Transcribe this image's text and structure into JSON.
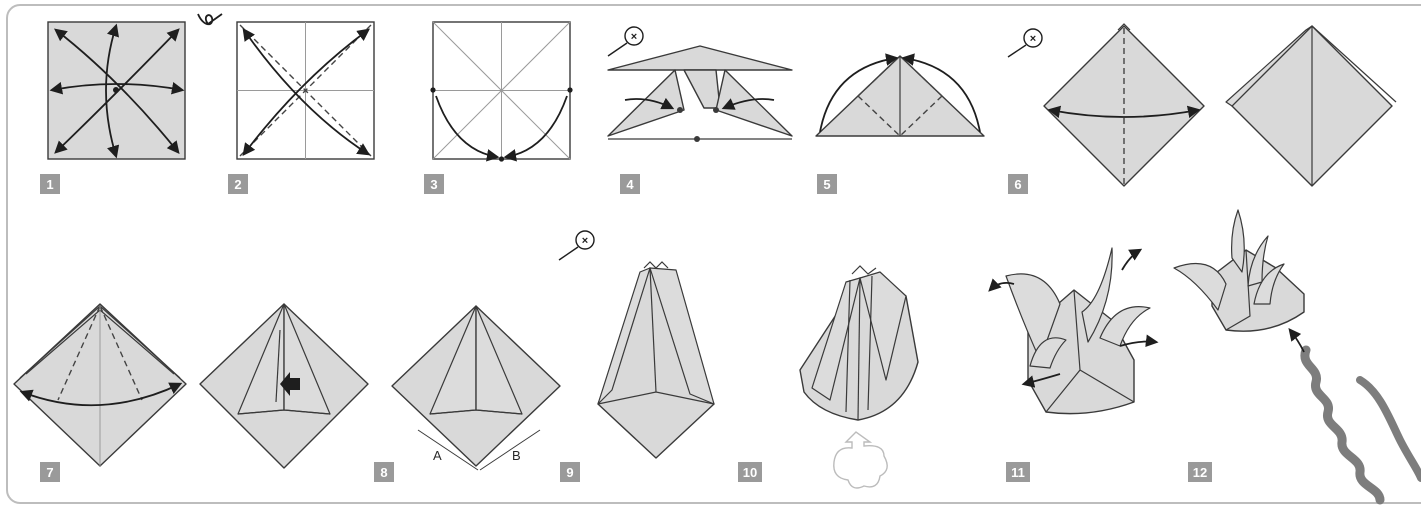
{
  "steps": [
    {
      "label": "1"
    },
    {
      "label": "2"
    },
    {
      "label": "3"
    },
    {
      "label": "4"
    },
    {
      "label": "5"
    },
    {
      "label": "6"
    },
    {
      "label": "7"
    },
    {
      "label": "8"
    },
    {
      "label": "9"
    },
    {
      "label": "10"
    },
    {
      "label": "11"
    },
    {
      "label": "12"
    }
  ],
  "step8_labels": {
    "a": "A",
    "b": "B"
  },
  "colors": {
    "paper": "#d9d9d9",
    "badge": "#9a9a9a",
    "line": "#3a3a3a",
    "stem": "#8c8c8c",
    "frame": "#bdbdbd"
  },
  "icons": [
    "turn-over-icon",
    "repeat-behind-icon",
    "push-arrow-icon",
    "view-from-bottom-icon",
    "stem-spiral-icon"
  ]
}
